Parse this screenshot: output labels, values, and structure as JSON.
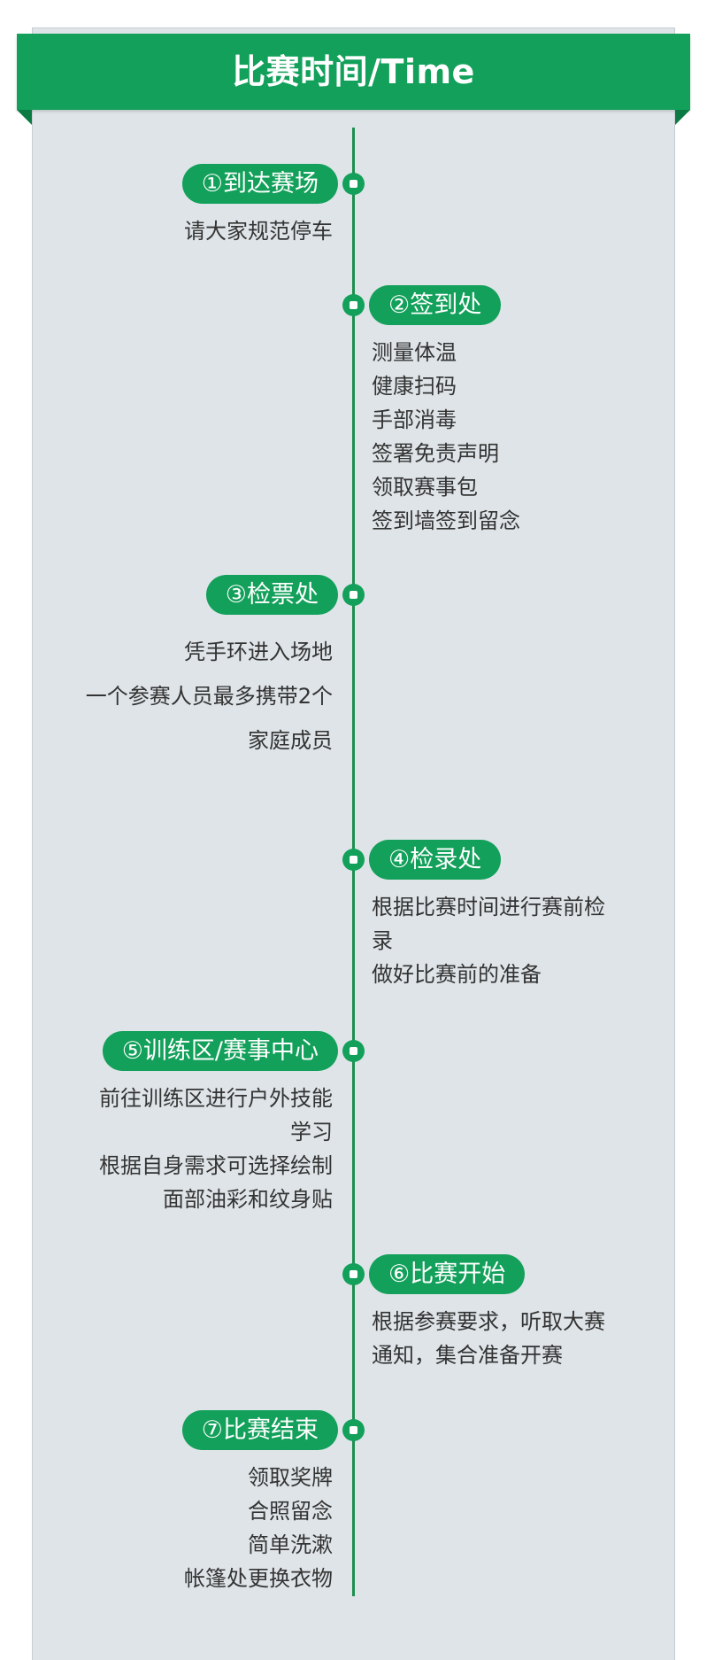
{
  "header": {
    "title": "比赛时间/Time"
  },
  "steps": [
    {
      "label": "①到达赛场",
      "lines": [
        "请大家规范停车"
      ]
    },
    {
      "label": "②签到处",
      "lines": [
        "测量体温",
        "健康扫码",
        "手部消毒",
        "签署免责声明",
        "领取赛事包",
        "签到墙签到留念"
      ]
    },
    {
      "label": "③检票处",
      "lines": [
        "凭手环进入场地",
        "一个参赛人员最多携带2个",
        "家庭成员"
      ]
    },
    {
      "label": "④检录处",
      "lines": [
        "根据比赛时间进行赛前检",
        "录",
        "做好比赛前的准备"
      ]
    },
    {
      "label": "⑤训练区/赛事中心",
      "lines": [
        "前往训练区进行户外技能",
        "学习",
        "根据自身需求可选择绘制",
        "面部油彩和纹身贴"
      ]
    },
    {
      "label": "⑥比赛开始",
      "lines": [
        "根据参赛要求，听取大赛",
        "通知，集合准备开赛"
      ]
    },
    {
      "label": "⑦比赛结束",
      "lines": [
        "领取奖牌",
        "合照留念",
        "简单洗漱",
        "帐篷处更换衣物"
      ]
    }
  ],
  "colors": {
    "accent": "#12a05a",
    "line": "#1e8f4e",
    "card": "#dfe4e8",
    "text": "#333333"
  }
}
